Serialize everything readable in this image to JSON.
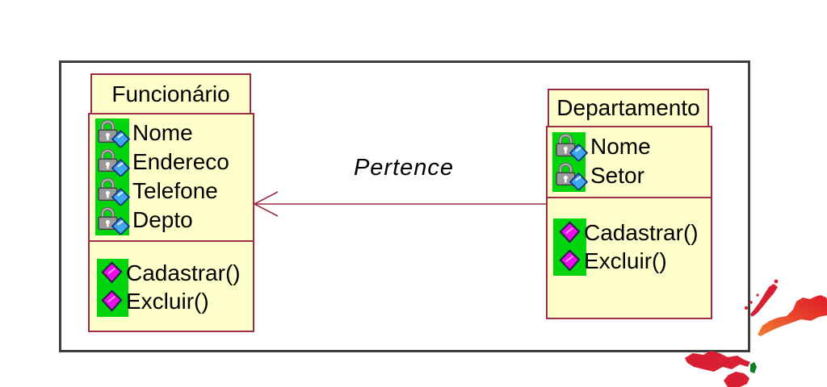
{
  "diagram": {
    "relationship_label": "Pertence"
  },
  "classes": {
    "funcionario": {
      "title": "Funcionário",
      "attributes": [
        "Nome",
        "Endereco",
        "Telefone",
        "Depto"
      ],
      "methods": [
        "Cadastrar()",
        "Excluir()"
      ]
    },
    "departamento": {
      "title": "Departamento",
      "attributes": [
        "Nome",
        "Setor"
      ],
      "methods": [
        "Cadastrar()",
        "Excluir()"
      ]
    }
  },
  "icons": {
    "attribute": "private-attribute-lock-with-blue-diamond",
    "method": "magenta-diamond-operation"
  },
  "colors": {
    "box_fill": "#ffffcc",
    "box_border": "#9e2b44",
    "frame_border": "#3f3f3f",
    "highlight_green": "#00d40c",
    "attribute_diamond_blue": "#41a8f0",
    "method_diamond_magenta": "#ea0fea",
    "arrow_line": "#9e2b44",
    "map_red": "#d81f33",
    "map_orange": "#f08030",
    "map_green": "#0b7f1f"
  }
}
